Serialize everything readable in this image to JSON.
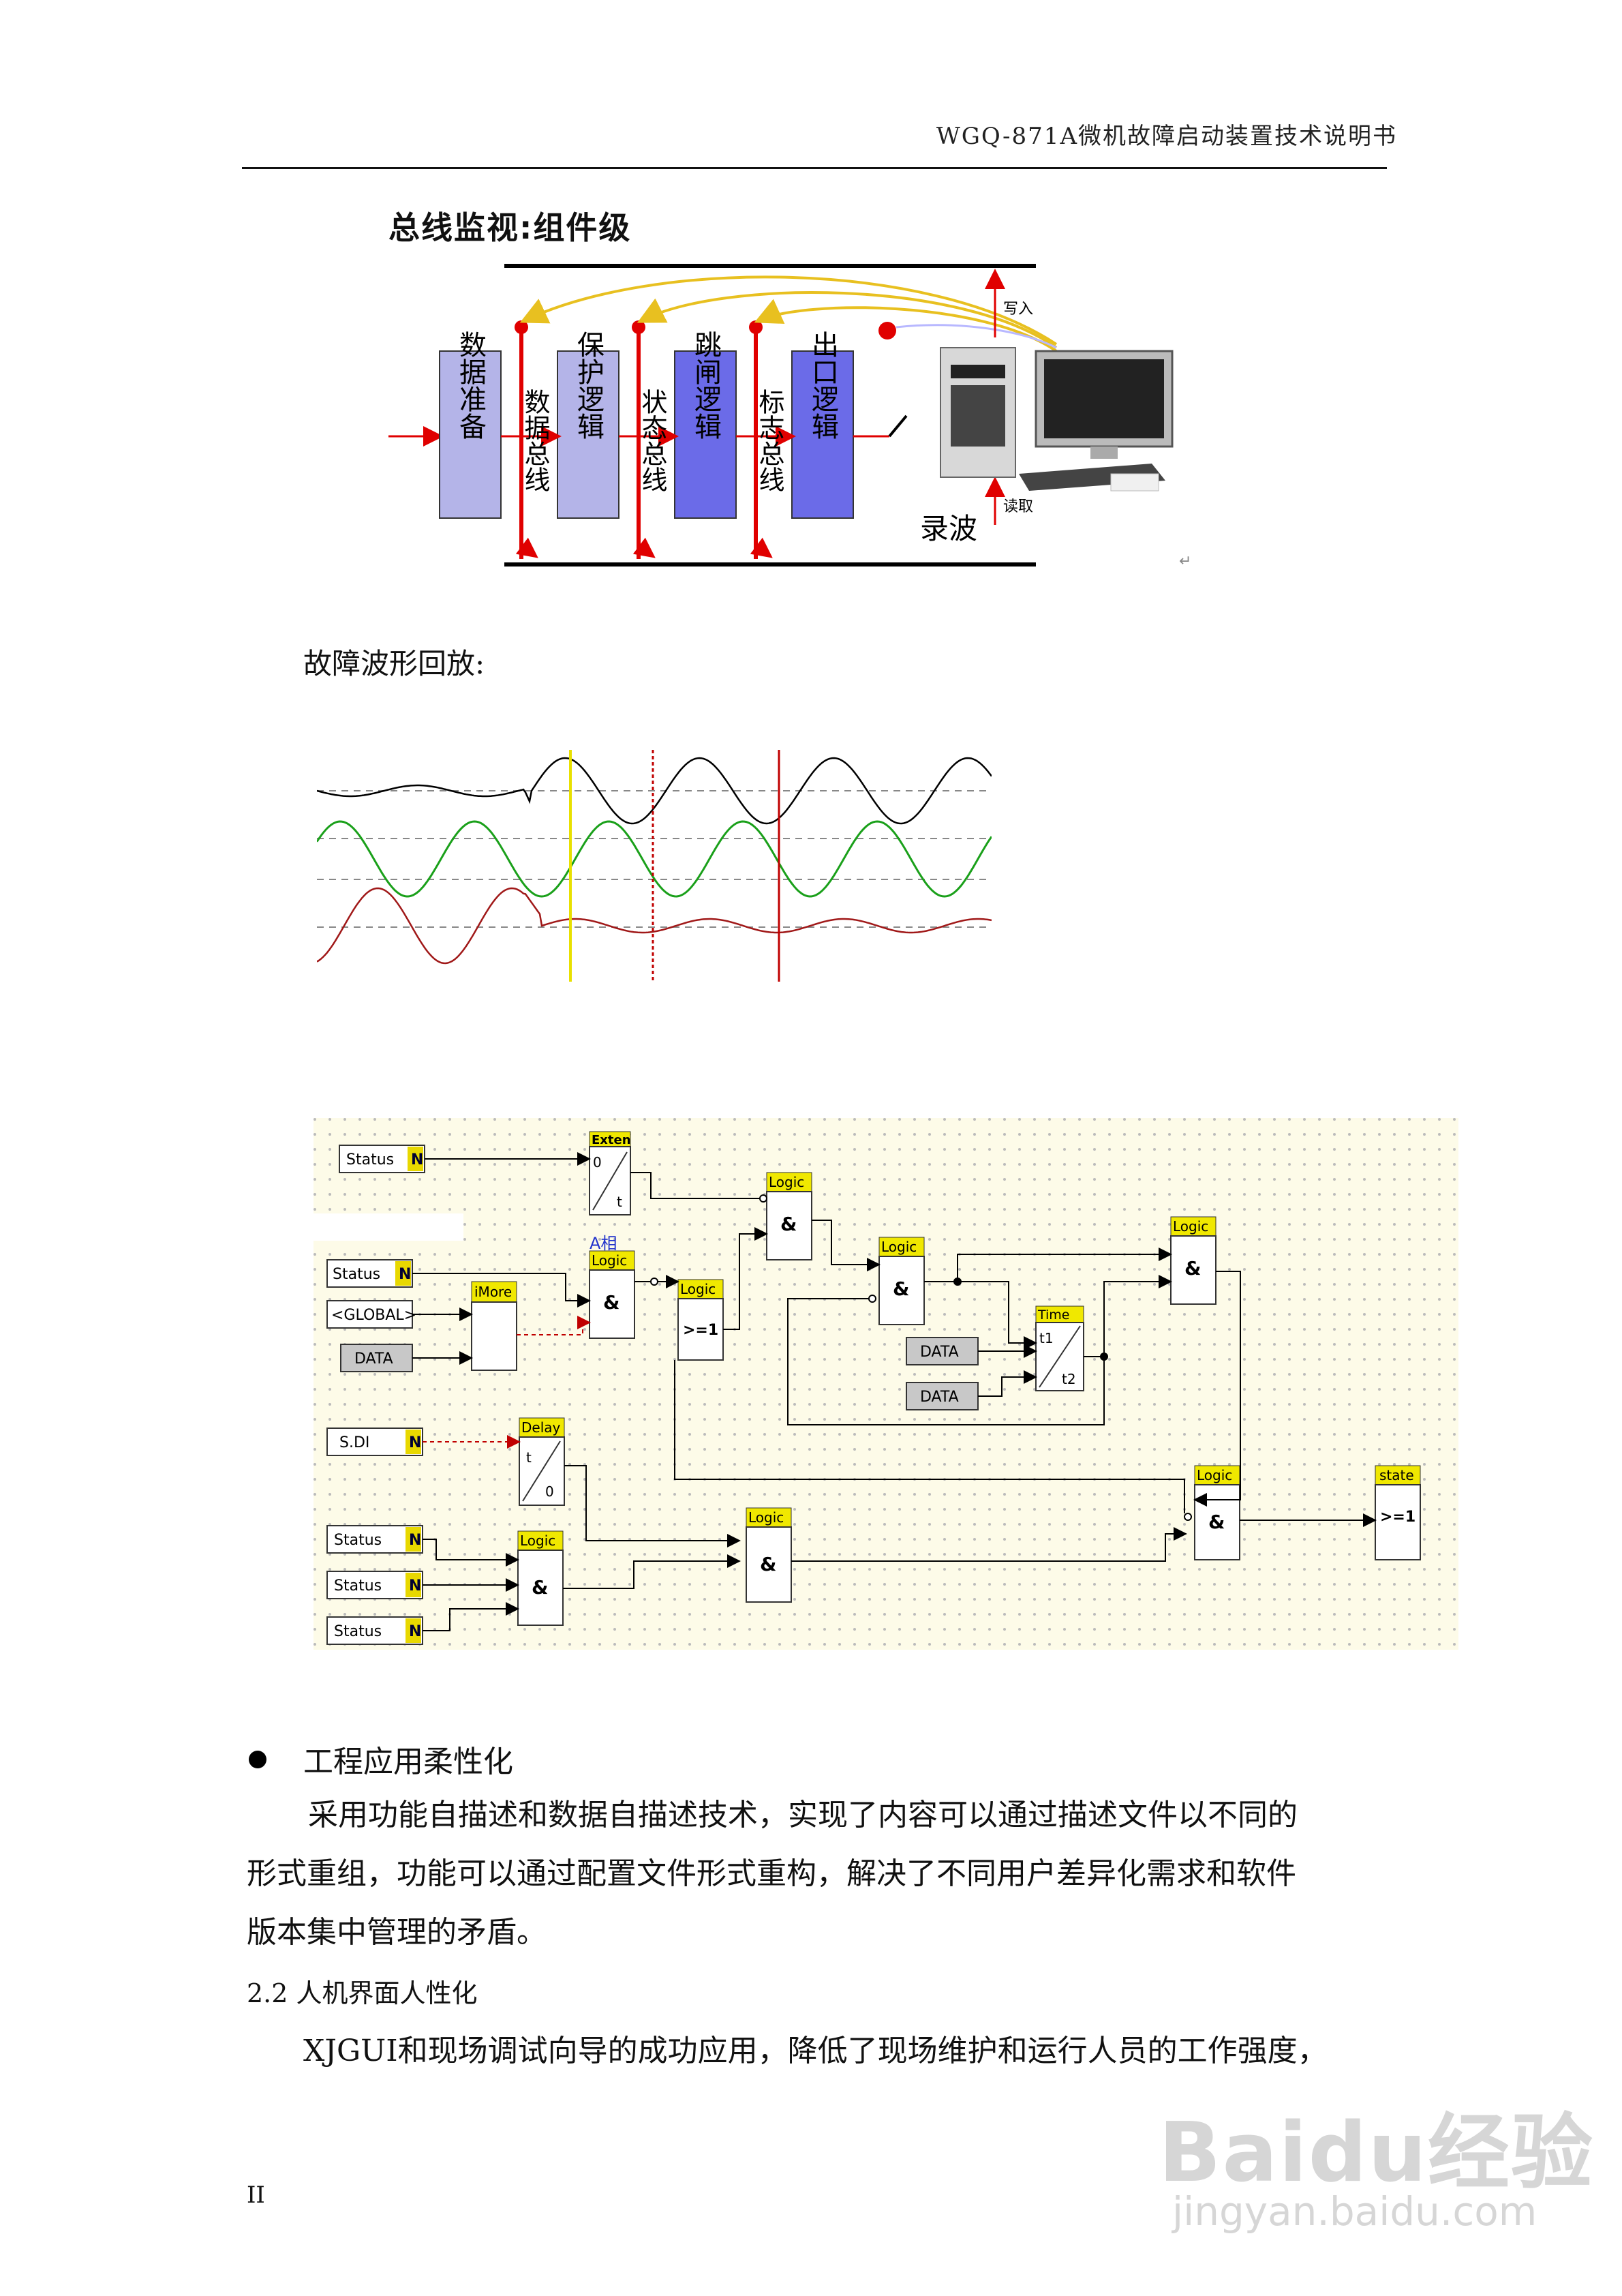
{
  "header": {
    "title": "WGQ-871A微机故障启动装置技术说明书"
  },
  "bus_diagram": {
    "title": "总线监视:组件级",
    "blocks": [
      "数据准备",
      "保护逻辑",
      "跳闸逻辑",
      "出口逻辑"
    ],
    "bus_labels": [
      "数据总线",
      "状态总线",
      "标志总线"
    ],
    "record_label": "录波",
    "write_label": "写入",
    "read_label": "读取"
  },
  "waveform": {
    "caption": "故障波形回放:"
  },
  "logic_diagram": {
    "phase_label": "A相",
    "inputs": {
      "status": "Status",
      "n": "N",
      "global": "<GLOBAL>",
      "data": "DATA",
      "sdi": "S.DI"
    },
    "blocks": {
      "extend": "Exten",
      "logic": "Logic",
      "imore": "iMore",
      "delay": "Delay",
      "time": "Time",
      "state": "state"
    },
    "symbols": {
      "and": "&",
      "or": ">=1",
      "zero": "0",
      "t": "t",
      "t1": "t1",
      "t2": "t2"
    }
  },
  "section_bullet": {
    "title": "工程应用柔性化"
  },
  "paragraph1": {
    "lines": [
      "采用功能自描述和数据自描述技术，实现了内容可以通过描述文件以不同的",
      "形式重组，功能可以通过配置文件形式重构，解决了不同用户差异化需求和软件",
      "版本集中管理的矛盾。"
    ]
  },
  "section2": {
    "title": "2.2 人机界面人性化"
  },
  "paragraph2": {
    "text": "XJGUI和现场调试向导的成功应用，降低了现场维护和运行人员的工作强度，"
  },
  "footer": {
    "page_number": "II"
  },
  "watermark": {
    "brand": "Baidu经验",
    "url": "jingyan.baidu.com"
  }
}
